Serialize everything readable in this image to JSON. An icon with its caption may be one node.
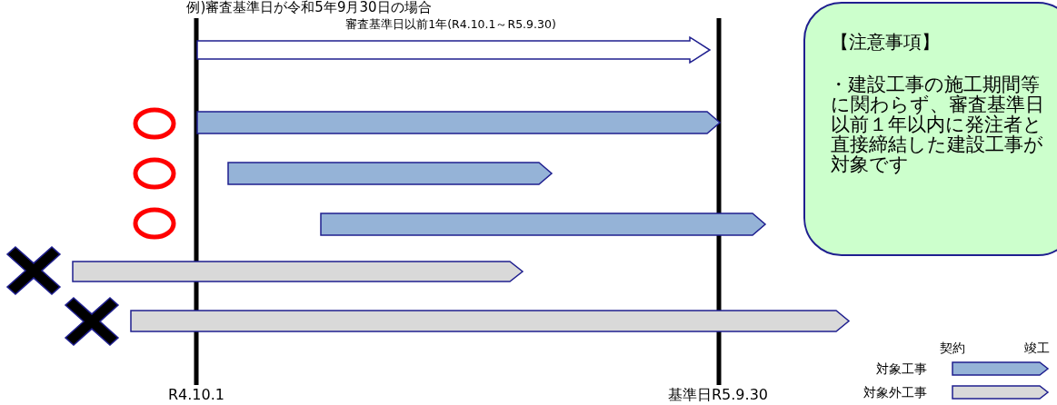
{
  "diagram": {
    "title": "例)審査基準日が令和5年9月30日の場合",
    "nodes": [
      {
        "text": [
          "審査基準日以前1年(R4.10.1～R5.9.30)"
        ]
      },
      {
        "text": [],
        "shape": "circle"
      },
      {
        "text": [],
        "shape": "bar"
      },
      {
        "text": [],
        "shape": "circle"
      },
      {
        "text": [],
        "shape": "bar"
      },
      {
        "text": [],
        "shape": "circle"
      },
      {
        "text": [],
        "shape": "bar"
      },
      {
        "text": [],
        "shape": "cross"
      },
      {
        "text": [],
        "shape": "bar"
      },
      {
        "text": [],
        "shape": "cross"
      },
      {
        "text": [],
        "shape": "bar"
      },
      {
        "text": [
          "【注意事項】",
          "・建設工事の施工期間等に関わらず、審査基準日以前１年以内に発注者と直接締結した建設工事が対象です"
        ]
      }
    ],
    "labels": [
      "R4.10.1",
      "基準日R5.9.30",
      "契約",
      "竣工"
    ],
    "legend": [
      {
        "text": "対象工事",
        "color": "#95b3d7"
      },
      {
        "text": "対象外工事",
        "color": "#d9d9d9"
      }
    ]
  }
}
